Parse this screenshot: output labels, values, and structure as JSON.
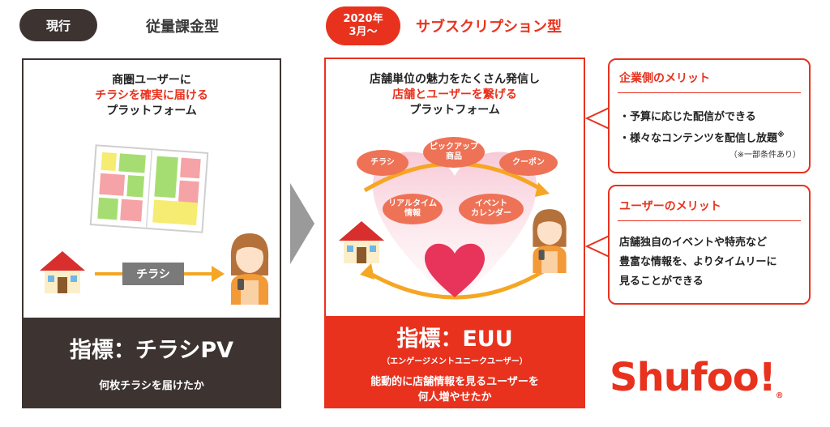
{
  "current": {
    "tag": "現行",
    "plan": "従量課金型",
    "headline_1": "商圏ユーザーに",
    "headline_2": "チラシを確実に届ける",
    "headline_3": "プラットフォーム",
    "flyer_label": "チラシ",
    "kpi": "指標：チラシPV",
    "kpi_desc": "何枚チラシを届けたか"
  },
  "new": {
    "tag_line1": "2020年",
    "tag_line2": "3月〜",
    "plan": "サブスクリプション型",
    "headline_1": "店舗単位の魅力をたくさん発信し",
    "headline_2": "店舗とユーザーを繋げる",
    "headline_3": "プラットフォーム",
    "bubbles": {
      "flyer": "チラシ",
      "pickup": "ピックアップ\n商品",
      "coupon": "クーポン",
      "realtime": "リアルタイム\n情報",
      "event": "イベント\nカレンダー"
    },
    "kpi": "指標：EUU",
    "kpi_sub": "（エンゲージメントユニークユーザー）",
    "kpi_desc_1": "能動的に店舗情報を見るユーザーを",
    "kpi_desc_2": "何人増やせたか"
  },
  "merits": {
    "company_title": "企業側のメリット",
    "company_item1": "・予算に応じた配信ができる",
    "company_item2": "・様々なコンテンツを配信し放題",
    "company_note_mark": "※",
    "company_note": "（※一部条件あり）",
    "user_title": "ユーザーのメリット",
    "user_text_1": "店舗独自のイベントや特売など",
    "user_text_2": "豊富な情報を、よりタイムリーに",
    "user_text_3": "見ることができる"
  },
  "logo": {
    "text": "Shufoo!",
    "mark": "®"
  },
  "colors": {
    "brand_red": "#e8321e",
    "dark": "#3d3432",
    "bubble": "#ee7256"
  }
}
